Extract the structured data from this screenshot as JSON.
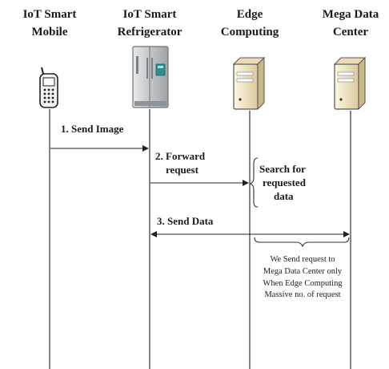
{
  "participants": [
    {
      "id": "mobile",
      "line1": "IoT Smart",
      "line2": "Mobile",
      "icon": "smartphone-icon"
    },
    {
      "id": "fridge",
      "line1": "IoT Smart",
      "line2": "Refrigerator",
      "icon": "refrigerator-icon"
    },
    {
      "id": "edge",
      "line1": "Edge",
      "line2": "Computing",
      "icon": "server-icon"
    },
    {
      "id": "mega",
      "line1": "Mega Data",
      "line2": "Center",
      "icon": "server-icon"
    }
  ],
  "messages": [
    {
      "label_lines": [
        "1. Send Image"
      ],
      "from": "mobile",
      "to": "fridge"
    },
    {
      "label_lines": [
        "2. Forward",
        "request"
      ],
      "from": "fridge",
      "to": "edge"
    },
    {
      "label_lines": [
        "3. Send Data"
      ],
      "from": "fridge",
      "to": "mega",
      "bidirectional": true
    }
  ],
  "edge_note": {
    "lines": [
      "Search for",
      "requested",
      "data"
    ]
  },
  "bottom_note": {
    "lines": [
      "We Send request to",
      "Mega Data Center  only",
      "When Edge Computing",
      "Massive no. of request"
    ]
  },
  "colors": {
    "line": "#333333",
    "fridge_body": "#bfc3c6",
    "fridge_screen": "#2a8f8f",
    "server_body": "#f1e7c9"
  }
}
